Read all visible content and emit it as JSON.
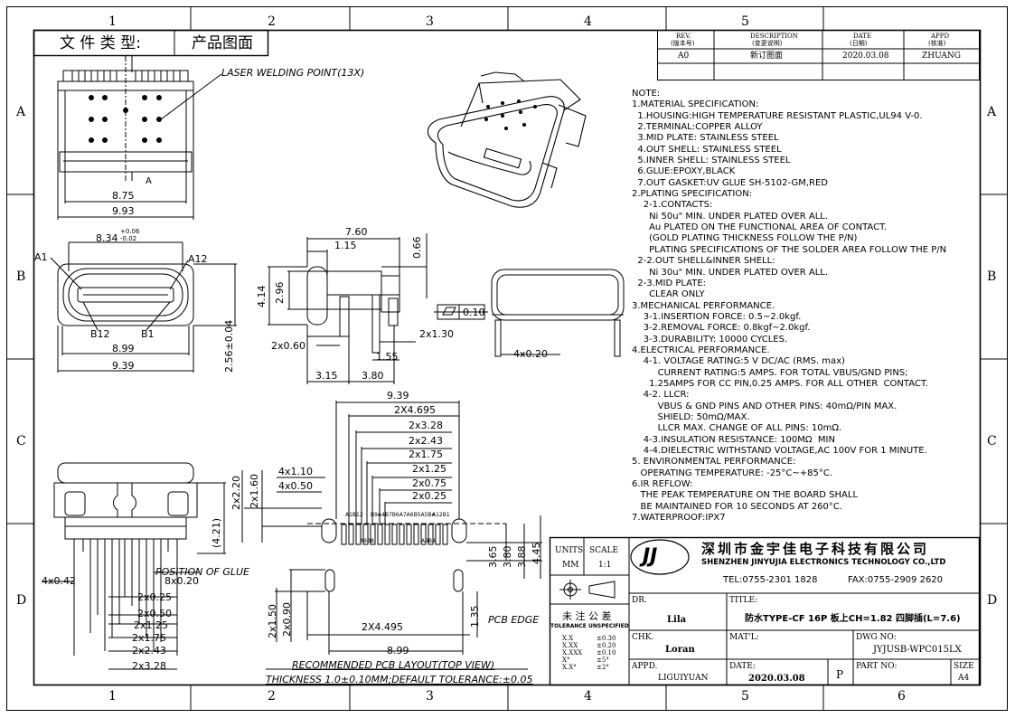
{
  "border": {
    "col_labels": [
      "1",
      "2",
      "3",
      "4",
      "5",
      "6"
    ],
    "row_labels": [
      "A",
      "B",
      "C",
      "D"
    ]
  },
  "header": {
    "doc_type_label": "文 件 类 型:",
    "doc_type_value": "产品图面",
    "rev": {
      "head_rev": "REV.",
      "head_rev_cn": "(版本号)",
      "head_desc": "DESCRIPTION",
      "head_desc_cn": "(变更说明)",
      "head_date": "DATE",
      "head_date_cn": "(日期)",
      "head_appd": "APPD",
      "head_appd_cn": "(核准)",
      "row_rev": "A0",
      "row_desc": "新订图面",
      "row_date": "2020.03.08",
      "row_appd": "ZHUANG"
    }
  },
  "notes": [
    "NOTE:",
    "1.MATERIAL SPECIFICATION:",
    "  1.HOUSING:HIGH TEMPERATURE RESISTANT PLASTIC,UL94 V-0.",
    "  2.TERMINAL:COPPER ALLOY",
    "  3.MID PLATE: STAINLESS STEEL",
    "  4.OUT SHELL: STAINLESS STEEL",
    "  5.INNER SHELL: STAINLESS STEEL",
    "  6.GLUE:EPOXY,BLACK",
    "  7.OUT GASKET:UV GLUE SH-5102-GM,RED",
    "2.PLATING SPECIFICATION:",
    "    2-1.CONTACTS:",
    "      Ni 50u\" MIN. UNDER PLATED OVER ALL.",
    "      Au PLATED ON THE FUNCTIONAL AREA OF CONTACT.",
    "      (GOLD PLATING THICKNESS FOLLOW THE P/N)",
    "      PLATING SPECIFICATIONS OF THE SOLDER AREA FOLLOW THE P/N",
    "  2-2.OUT SHELL&INNER SHELL:",
    "      Ni 30u\" MIN. UNDER PLATED OVER ALL.",
    "  2-3.MID PLATE:",
    "      CLEAR ONLY",
    "3.MECHANICAL PERFORMANCE.",
    "    3-1.INSERTION FORCE: 0.5~2.0kgf.",
    "    3-2.REMOVAL FORCE: 0.8kgf~2.0kgf.",
    "    3-3.DURABILITY: 10000 CYCLES.",
    "4.ELECTRICAL PERFORMANCE.",
    "    4-1. VOLTAGE RATING:5 V DC/AC (RMS. max)",
    "         CURRENT RATING:5 AMPS. FOR TOTAL VBUS/GND PINS;",
    "      1.25AMPS FOR CC PIN,0.25 AMPS. FOR ALL OTHER  CONTACT.",
    "    4-2. LLCR:",
    "         VBUS & GND PINS AND OTHER PINS: 40mΩ/PIN MAX.",
    "         SHIELD: 50mΩ/MAX.",
    "         LLCR MAX. CHANGE OF ALL PINS: 10mΩ.",
    "    4-3.INSULATION RESISTANCE: 100MΩ  MIN",
    "    4-4.DIELECTRIC WITHSTAND VOLTAGE,AC 100V FOR 1 MINUTE.",
    "5. ENVIRONMENTAL PERFORMANCE:",
    "   OPERATING TEMPERATURE: -25°C~+85°C.",
    "6.IR REFLOW:",
    "   THE PEAK TEMPERATURE ON THE BOARD SHALL",
    "   BE MAINTAINED FOR 10 SECONDS AT 260°C.",
    "7.WATERPROOF:IPX7"
  ],
  "title_block": {
    "units_label": "UNITS",
    "units_value": "MM",
    "scale_label": "SCALE",
    "scale_value": "1:1",
    "company_cn": "深圳市金宇佳电子科技有限公司",
    "company_en": "SHENZHEN JINYUJIA ELECTRONICS TECHNOLOGY CO.,LTD",
    "tel": "TEL:0755-2301 1828",
    "fax": "FAX:0755-2909 2620",
    "dr_label": "DR.",
    "dr_value": "Lila",
    "title_label": "TITLE:",
    "title_value": "防水TYPE-CF 16P 板上CH=1.82 四脚插(L=7.6)",
    "chk_label": "CHK.",
    "chk_value": "Loran",
    "matl_label": "MAT'L:",
    "dwg_label": "DWG NO:",
    "dwg_value": "JYJUSB-WPC015LX",
    "appd_label": "APPD.",
    "appd_value": "LIGUIYUAN",
    "date_label": "DATE:",
    "date_value": "2020.03.08",
    "proj_value": "P",
    "part_label": "PART NO:",
    "size_label": "SIZE",
    "size_value": "A4",
    "tol_cn": "未 注 公 差",
    "tol_en": "TOLERANCE UNSPECIFIED",
    "tol_rows": [
      [
        "X.X",
        "±0.30"
      ],
      [
        "X.XX",
        "±0.20"
      ],
      [
        "X.XXX",
        "±0.10"
      ],
      [
        "X°",
        "±5°"
      ],
      [
        "X.X°",
        "±2°"
      ]
    ],
    "logo_text": "JJ"
  },
  "dims": {
    "laser": "LASER WELDING POINT(13X)",
    "a_label": "A",
    "d875": "8.75",
    "d993": "9.93",
    "d834": "8.34",
    "d834_tol_up": "+0.06",
    "d834_tol_dn": "-0.02",
    "a1": "A1",
    "a12": "A12",
    "b12": "B12",
    "b1": "B1",
    "d899a": "8.99",
    "d939a": "9.39",
    "d256": "2.56±0.04",
    "d760": "7.60",
    "d115": "1.15",
    "d066": "0.66",
    "d414": "4.14",
    "d296": "2.96",
    "d2x060": "2x0.60",
    "d2x130": "2x1.30",
    "d155": "1.55",
    "d315": "3.15",
    "d380": "3.80",
    "flat": "0.10",
    "d4x020": "4x0.20",
    "d939b": "9.39",
    "d2x4695": "2X4.695",
    "d2x328a": "2x3.28",
    "d2x243a": "2x2.43",
    "d2x175a": "2x1.75",
    "d2x125a": "2x1.25",
    "d2x075": "2x0.75",
    "d2x025a": "2x0.25",
    "d4x110": "4x1.10",
    "d4x050": "4x0.50",
    "d2x220": "2x2.20",
    "d2x160": "2x1.60",
    "d421": "(4.21)",
    "glue": "POSITION OF GLUE",
    "d4x042": "4x0.42",
    "d8x020": "8x0.20",
    "d2x025b": "2x0.25",
    "d2x050": "2x0.50",
    "d2x125b": "2x1.25",
    "d2x175b": "2x1.75",
    "d2x243b": "2x2.43",
    "d2x328b": "2x3.28",
    "d365": "3.65",
    "d380b": "3.80",
    "d388": "3.88",
    "d445": "4.45",
    "d135": "1.35",
    "pcb_edge": "PCB EDGE",
    "d2x150": "2x1.50",
    "d2x090": "2x0.90",
    "d2x4495": "2X4.495",
    "d899b": "8.99",
    "pin_row_top": "A1B12",
    "pin_row_mid": "B9A4B7B6A7A6B5A5B4",
    "pin_row_end": "A12B1",
    "pin_a9": "A9B8",
    "pin_b4": "A9B4",
    "layout_title": "RECOMMENDED PCB LAYOUT(TOP VIEW)",
    "thickness": "THICKNESS 1.0±0.10MM;DEFAULT TOLERANCE:±0.05"
  }
}
